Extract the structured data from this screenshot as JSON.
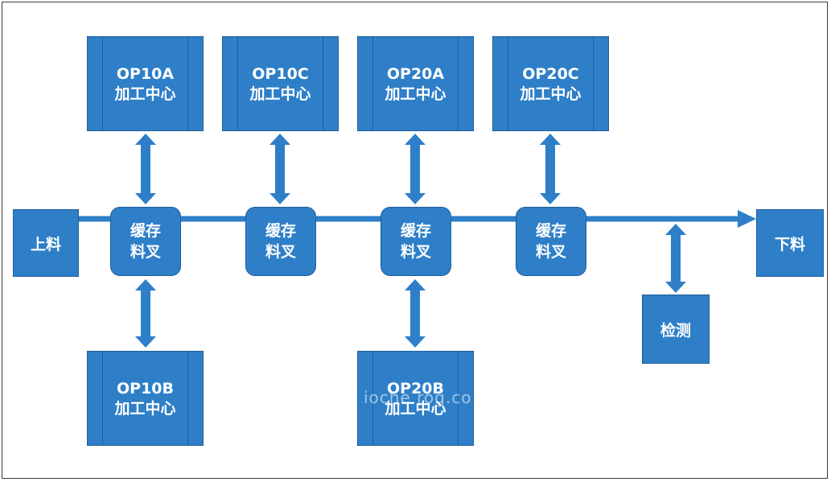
{
  "stations": [
    {
      "id": "op10a",
      "code": "OP10A",
      "label": "加工中心"
    },
    {
      "id": "op10c",
      "code": "OP10C",
      "label": "加工中心"
    },
    {
      "id": "op20a",
      "code": "OP20A",
      "label": "加工中心"
    },
    {
      "id": "op20c",
      "code": "OP20C",
      "label": "加工中心"
    },
    {
      "id": "op10b",
      "code": "OP10B",
      "label": "加工中心"
    },
    {
      "id": "op20b",
      "code": "OP20B",
      "label": "加工中心"
    }
  ],
  "buffers": [
    {
      "line1": "缓存",
      "line2": "料叉"
    },
    {
      "line1": "缓存",
      "line2": "料叉"
    },
    {
      "line1": "缓存",
      "line2": "料叉"
    },
    {
      "line1": "缓存",
      "line2": "料叉"
    }
  ],
  "loading": "上料",
  "unloading": "下料",
  "inspection": "检测",
  "watermark": "ioche rog.co",
  "colors": {
    "box_fill": "#2e7fc8",
    "box_border": "#1f5e98",
    "arrow": "#2e7fc8"
  }
}
